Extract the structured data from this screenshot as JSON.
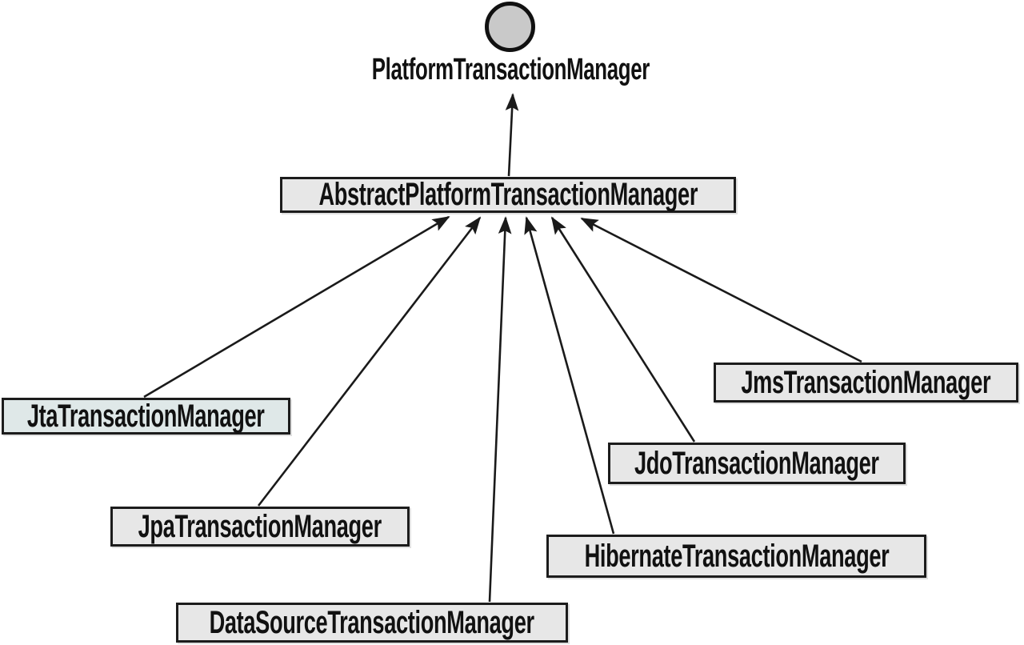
{
  "diagram": {
    "type": "uml-class-inheritance",
    "interface": {
      "label": "PlatformTransactionManager",
      "icon": "interface-lollipop-circle"
    },
    "abstract_class": {
      "label": "AbstractPlatformTransactionManager"
    },
    "implementations": [
      {
        "id": "jta",
        "label": "JtaTransactionManager"
      },
      {
        "id": "jpa",
        "label": "JpaTransactionManager"
      },
      {
        "id": "ds",
        "label": "DataSourceTransactionManager"
      },
      {
        "id": "hibernate",
        "label": "HibernateTransactionManager"
      },
      {
        "id": "jdo",
        "label": "JdoTransactionManager"
      },
      {
        "id": "jms",
        "label": "JmsTransactionManager"
      }
    ],
    "relationships": [
      {
        "from": "AbstractPlatformTransactionManager",
        "to": "PlatformTransactionManager",
        "kind": "implements"
      },
      {
        "from": "JtaTransactionManager",
        "to": "AbstractPlatformTransactionManager",
        "kind": "extends"
      },
      {
        "from": "JpaTransactionManager",
        "to": "AbstractPlatformTransactionManager",
        "kind": "extends"
      },
      {
        "from": "DataSourceTransactionManager",
        "to": "AbstractPlatformTransactionManager",
        "kind": "extends"
      },
      {
        "from": "HibernateTransactionManager",
        "to": "AbstractPlatformTransactionManager",
        "kind": "extends"
      },
      {
        "from": "JdoTransactionManager",
        "to": "AbstractPlatformTransactionManager",
        "kind": "extends"
      },
      {
        "from": "JmsTransactionManager",
        "to": "AbstractPlatformTransactionManager",
        "kind": "extends"
      }
    ],
    "colors": {
      "background": "#ffffff",
      "box_fill": "#e7e7e7",
      "jta_box_fill": "#dfe8e8",
      "circle_fill": "#c9c9c9",
      "line_and_border": "#1a1a1a",
      "text": "#111111"
    }
  }
}
